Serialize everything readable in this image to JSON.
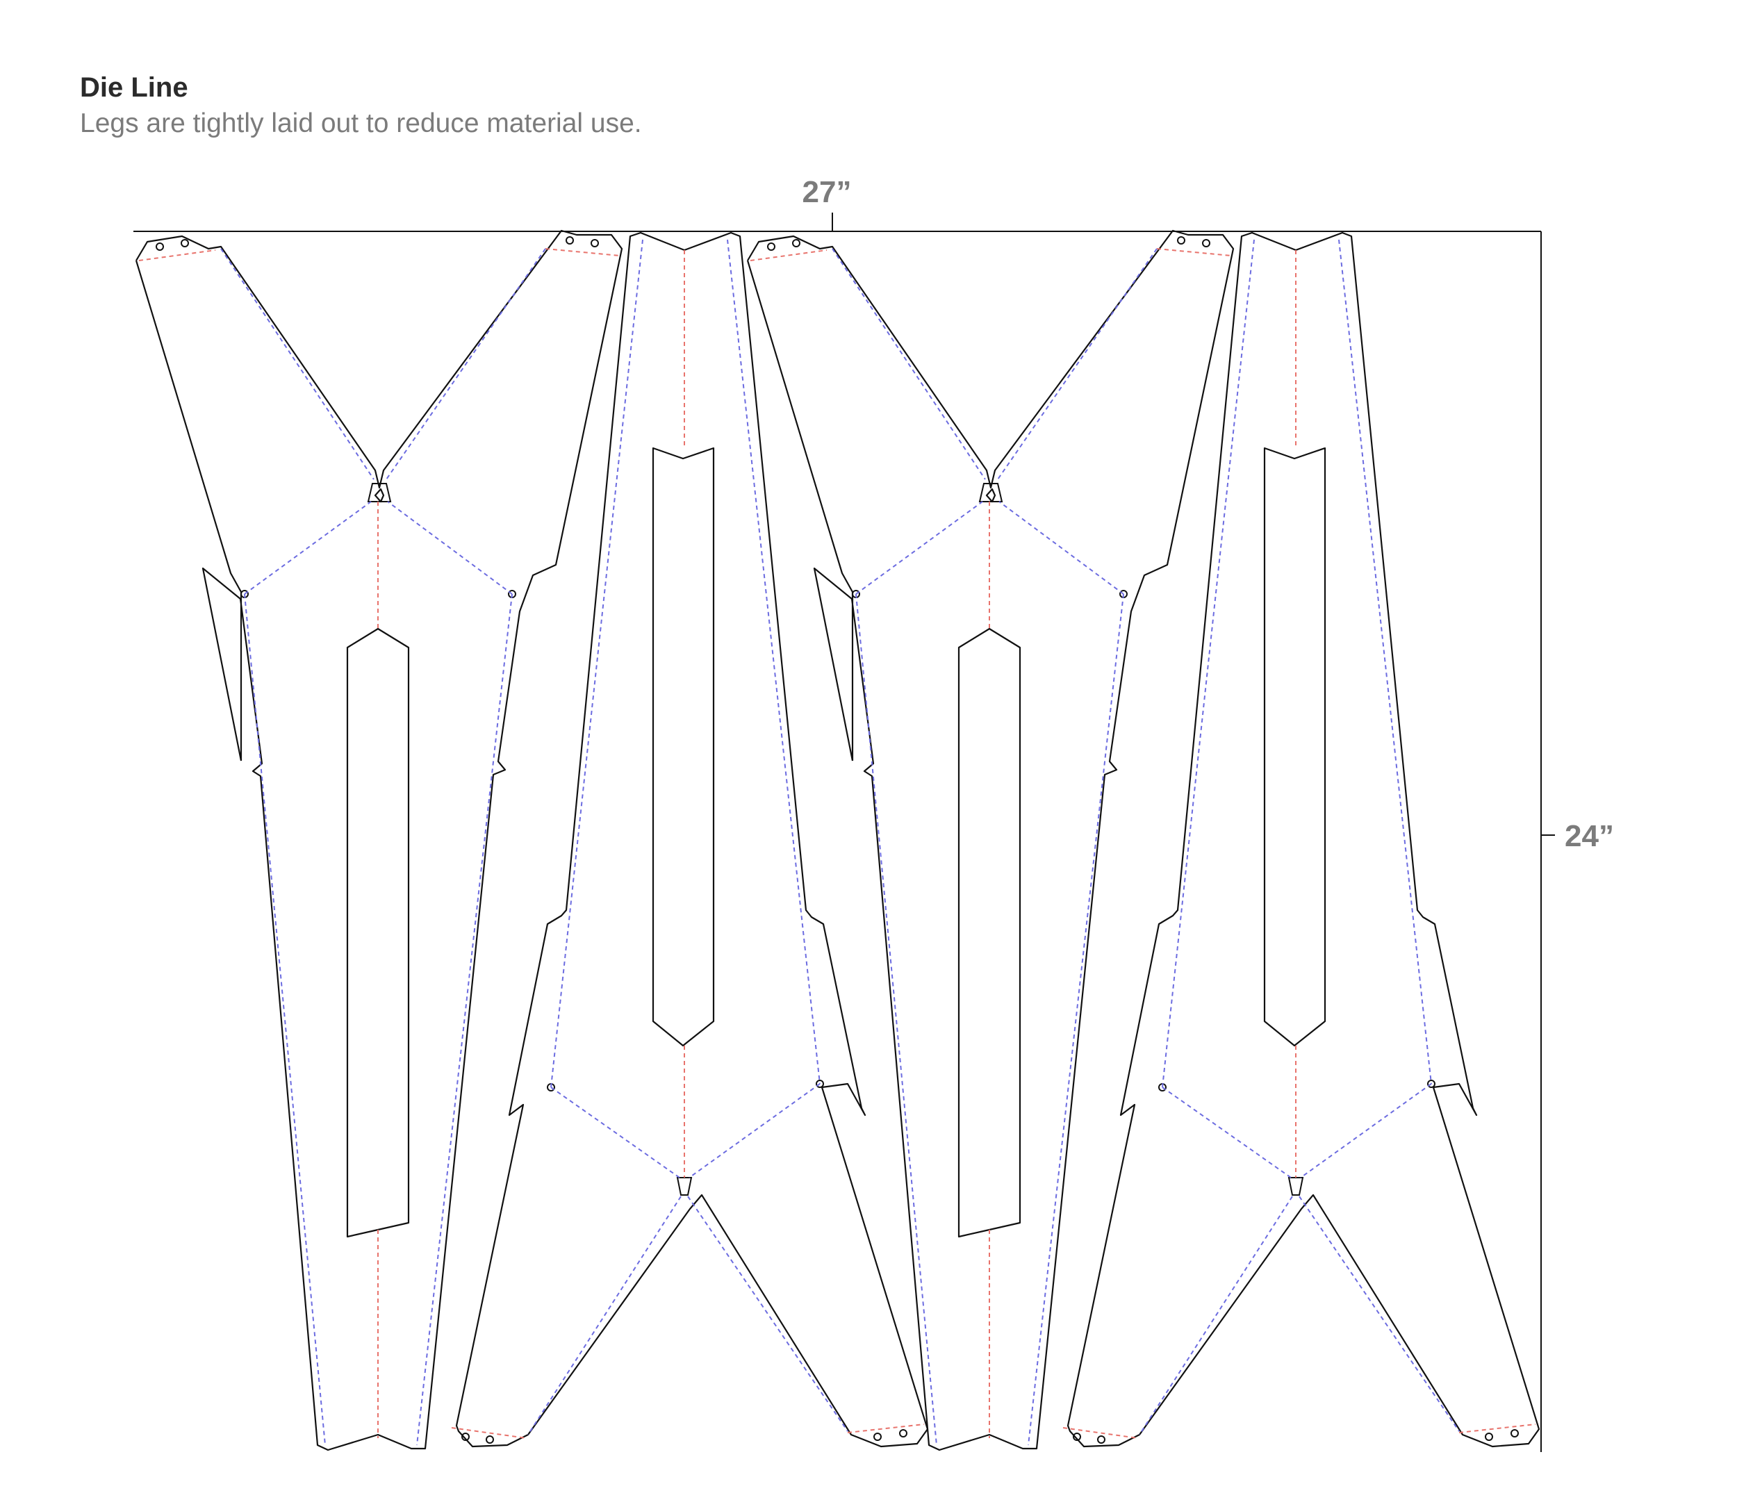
{
  "header": {
    "title": "Die Line",
    "subtitle": "Legs are tightly laid out to reduce material use."
  },
  "dimensions": {
    "width_label": "27”",
    "height_label": "24”"
  },
  "colors": {
    "cut_line": "#111111",
    "fold_line_red": "#e8736c",
    "fold_line_blue": "#6c6ce0",
    "dimension_text": "#7b7b7b"
  }
}
